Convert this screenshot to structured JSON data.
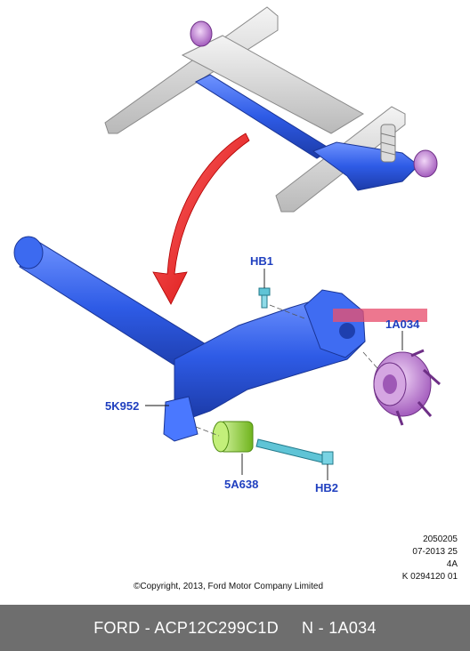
{
  "callouts": {
    "hb1": "HB1",
    "part_1a034": "1A034",
    "part_5k952": "5K952",
    "part_5a638": "5A638",
    "hb2": "HB2"
  },
  "meta_lines": [
    "2050205",
    "07-2013 25",
    "4A",
    "K 0294120 01"
  ],
  "copyright": "©Copyright, 2013, Ford Motor Company Limited",
  "footer": {
    "brand_part": "FORD - ACP12C299C1D",
    "number": "N - 1A034"
  },
  "colors": {
    "beam_blue": "#2e5be6",
    "frame_grey": "#d9d9d9",
    "hub_purple": "#c58ad6",
    "bushing_green": "#a7e14a",
    "bolt_cyan": "#5fc4d6",
    "arrow_red": "#ee1111",
    "highlight": "#e8516f",
    "footer_bg": "#6e6e6e"
  }
}
